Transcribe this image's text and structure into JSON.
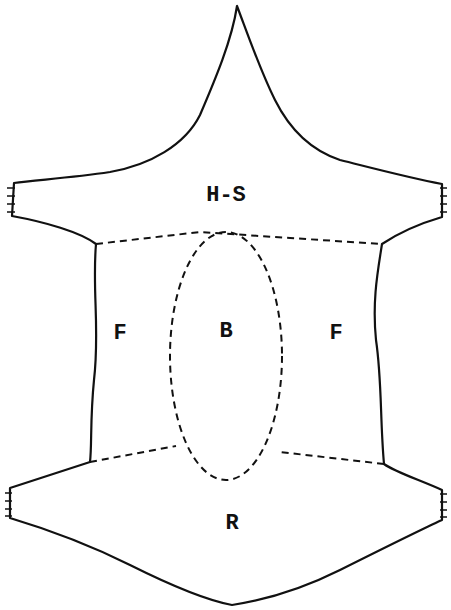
{
  "diagram": {
    "labels": [
      "H-S",
      "F",
      "B",
      "F",
      "R"
    ]
  }
}
